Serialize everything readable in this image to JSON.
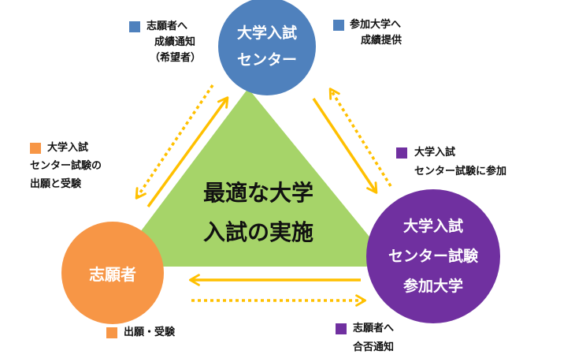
{
  "nodes": {
    "center": {
      "lines": [
        "大学入試",
        "センター"
      ],
      "color": "#4f81bd"
    },
    "applicant": {
      "lines": [
        "志願者"
      ],
      "color": "#f79646"
    },
    "university": {
      "lines": [
        "大学入試",
        "センター試験",
        "参加大学"
      ],
      "color": "#7030a0"
    }
  },
  "triangle": {
    "lines": [
      "最適な大学",
      "入試の実施"
    ],
    "color": "#a6d469"
  },
  "arrow_color": "#ffc000",
  "notes": [
    {
      "id": "notify-applicant",
      "color": "#4f81bd",
      "lines": [
        "志願者へ",
        "成績通知",
        "（希望者）"
      ]
    },
    {
      "id": "provide-scores",
      "color": "#4f81bd",
      "lines": [
        "参加大学へ",
        "成績提供"
      ]
    },
    {
      "id": "apply-and-take",
      "color": "#f79646",
      "lines": [
        "大学入試",
        "センター試験の",
        "出願と受験"
      ]
    },
    {
      "id": "participate",
      "color": "#7030a0",
      "lines": [
        "大学入試",
        "センター試験に参加"
      ]
    },
    {
      "id": "apply-exam",
      "color": "#f79646",
      "lines": [
        "出願・受験"
      ]
    },
    {
      "id": "notify-result",
      "color": "#7030a0",
      "lines": [
        "志願者へ",
        "合否通知"
      ]
    }
  ]
}
